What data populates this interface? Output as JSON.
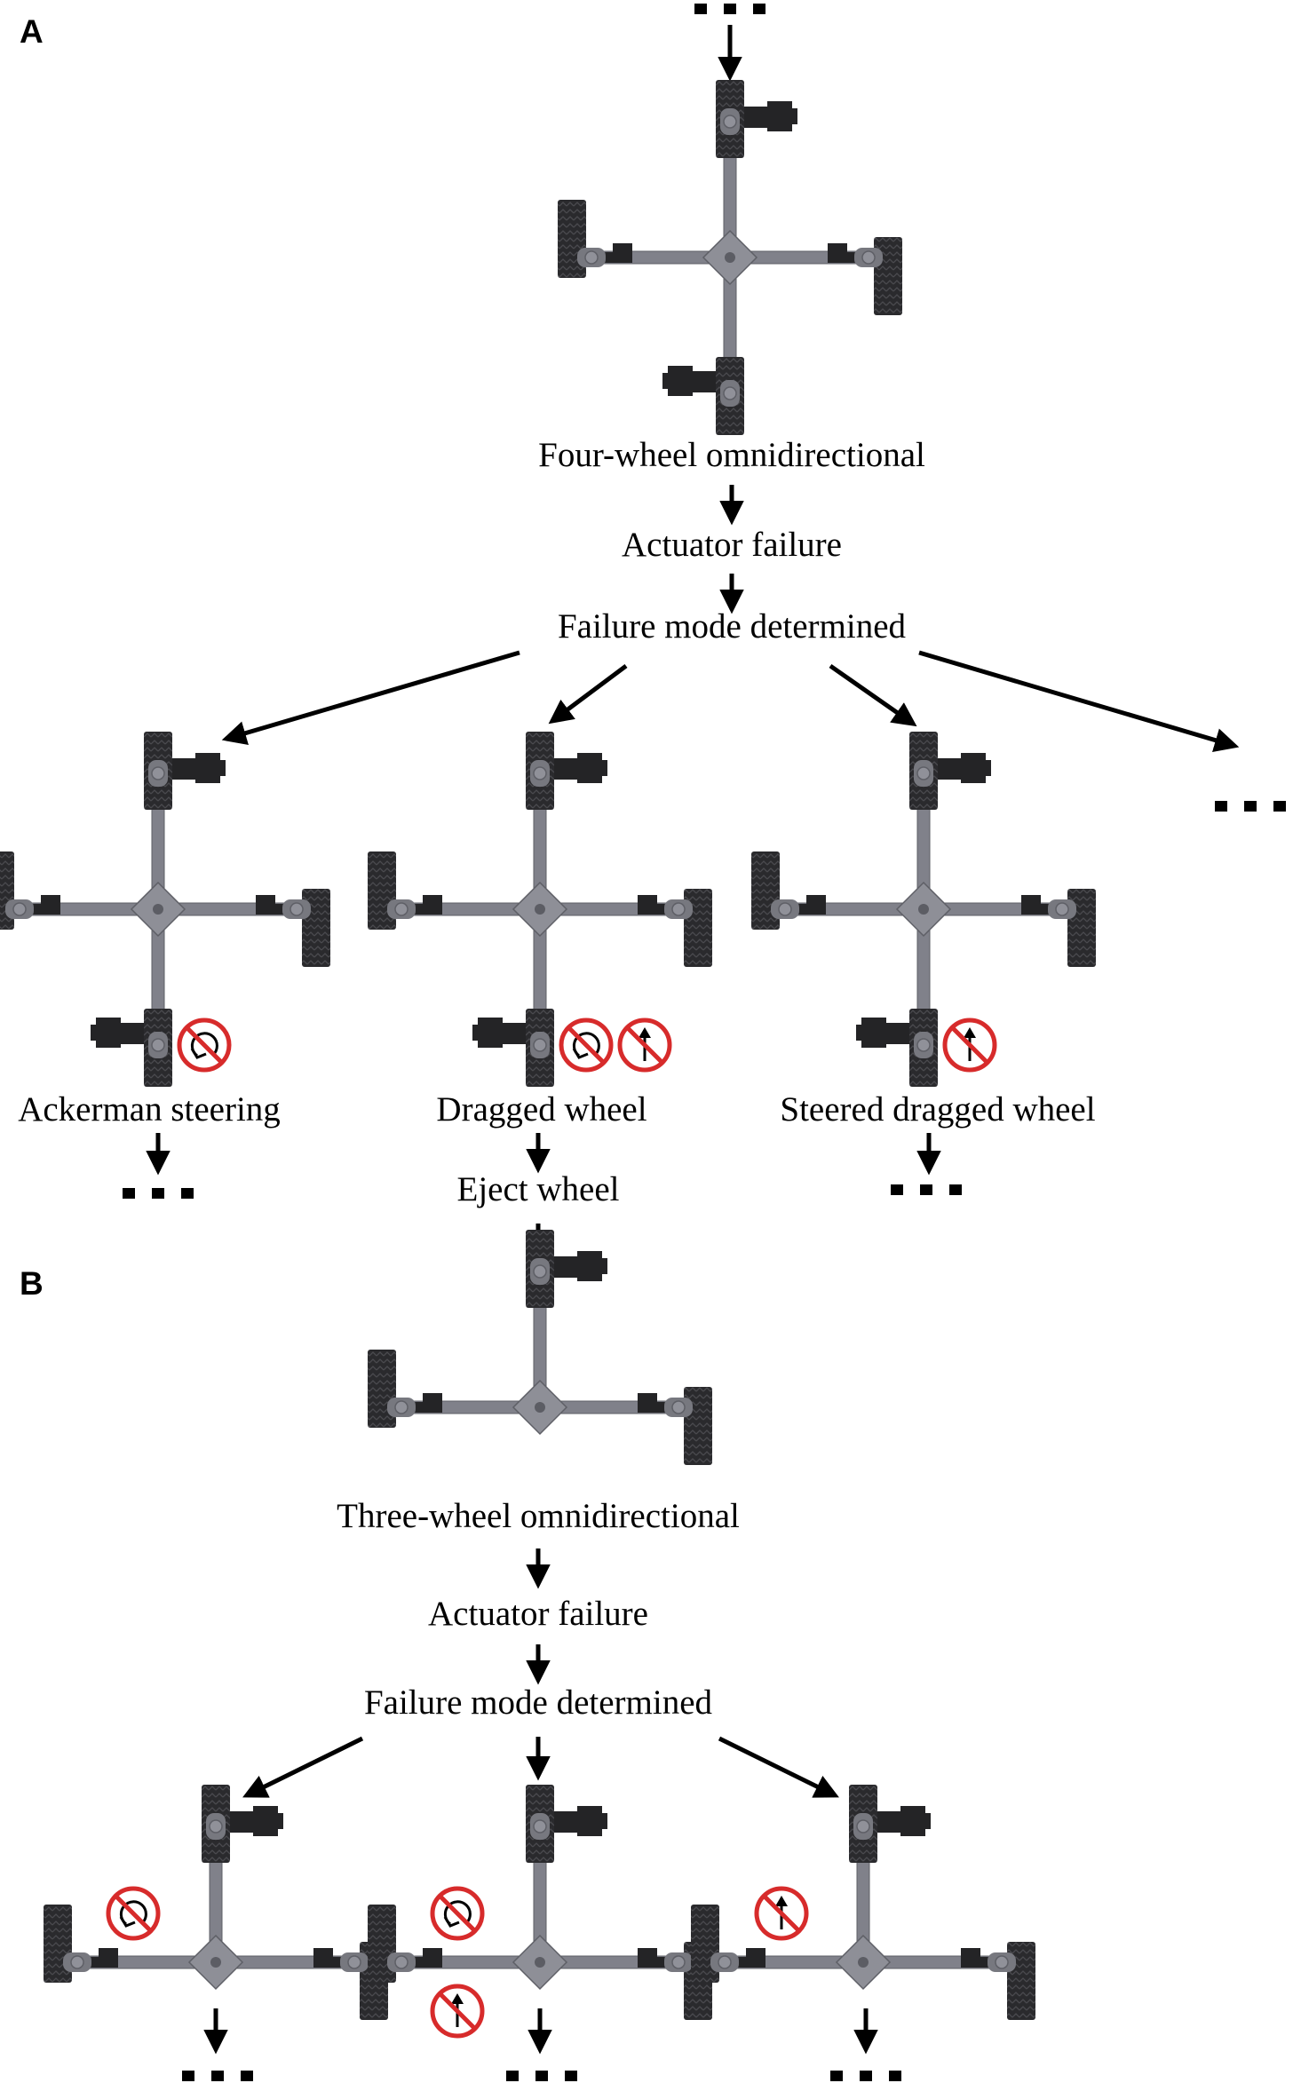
{
  "panels": {
    "a": {
      "label": "A",
      "initial_config": "Four-wheel omnidirectional",
      "event": "Actuator failure",
      "decision": "Failure mode determined",
      "outcomes": [
        {
          "label": "Ackerman steering",
          "restrictions": [
            "no-rotation-icon"
          ]
        },
        {
          "label": "Dragged wheel",
          "restrictions": [
            "no-rotation-icon",
            "no-straight-icon"
          ]
        },
        {
          "label": "Steered dragged wheel",
          "restrictions": [
            "no-straight-icon"
          ]
        }
      ],
      "recovery": "Eject wheel"
    },
    "b": {
      "label": "B",
      "initial_config": "Three-wheel omnidirectional",
      "event": "Actuator failure",
      "decision": "Failure mode determined",
      "outcomes": [
        {
          "restrictions": [
            "no-rotation-icon"
          ]
        },
        {
          "restrictions": [
            "no-rotation-icon",
            "no-straight-icon"
          ]
        },
        {
          "restrictions": [
            "no-straight-icon"
          ]
        }
      ]
    }
  },
  "colors": {
    "arm": "#80818a",
    "arm_edge": "#5e5f66",
    "hub": "#8e8f97",
    "wheel": "#2a2a2d",
    "motor": "#242426",
    "prohibition": "#d72b2b",
    "arrow": "#000000"
  }
}
